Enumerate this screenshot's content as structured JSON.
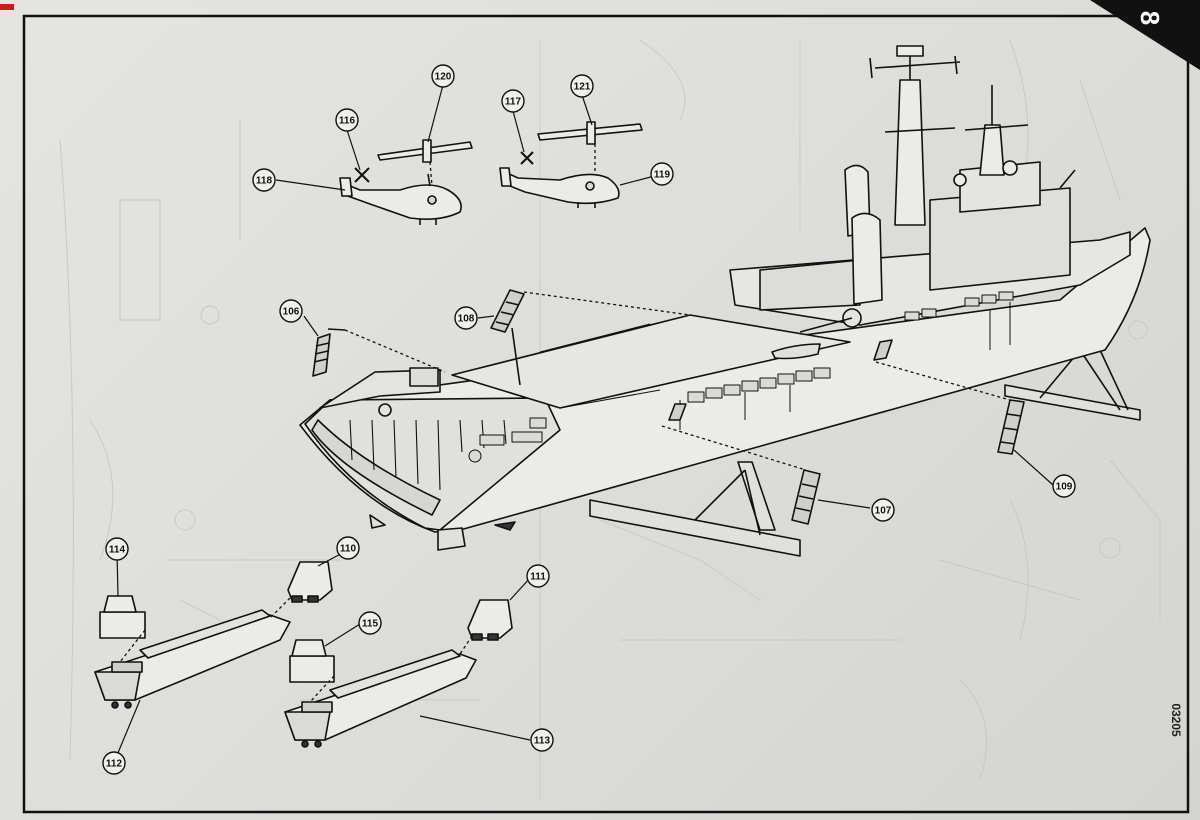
{
  "page": {
    "page_number": "8",
    "kit_code": "03205"
  },
  "parts": {
    "p106": "106",
    "p107": "107",
    "p108": "108",
    "p109": "109",
    "p110": "110",
    "p111": "111",
    "p112": "112",
    "p113": "113",
    "p114": "114",
    "p115": "115",
    "p116": "116",
    "p117": "117",
    "p118": "118",
    "p119": "119",
    "p120": "120",
    "p121": "121"
  }
}
